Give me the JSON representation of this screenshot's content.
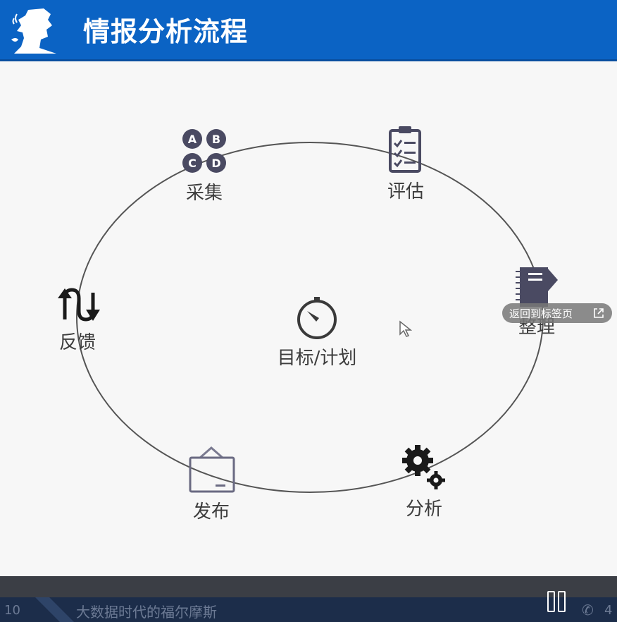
{
  "header": {
    "title": "情报分析流程",
    "logo_icon": "sherlock-silhouette-icon",
    "background": "#0b63c4"
  },
  "diagram": {
    "center": {
      "label": "目标/计划",
      "icon": "stopwatch-icon"
    },
    "nodes": [
      {
        "id": "collect",
        "label": "采集",
        "icon": "abcd-options-icon"
      },
      {
        "id": "evaluate",
        "label": "评估",
        "icon": "clipboard-checklist-icon"
      },
      {
        "id": "organize",
        "label": "整理",
        "icon": "notebook-icon"
      },
      {
        "id": "analyze",
        "label": "分析",
        "icon": "gears-icon"
      },
      {
        "id": "publish",
        "label": "发布",
        "icon": "inbox-tray-icon"
      },
      {
        "id": "feedback",
        "label": "反馈",
        "icon": "loop-arrows-icon"
      }
    ]
  },
  "overlay": {
    "back_to_tab": "返回到标签页",
    "pause_icon": "pause-icon",
    "external_icon": "open-external-icon"
  },
  "footer": {
    "page_number": "10",
    "title": "大数据时代的福尔摩斯",
    "phone_icon": "phone-icon",
    "phone_partial": "4"
  }
}
